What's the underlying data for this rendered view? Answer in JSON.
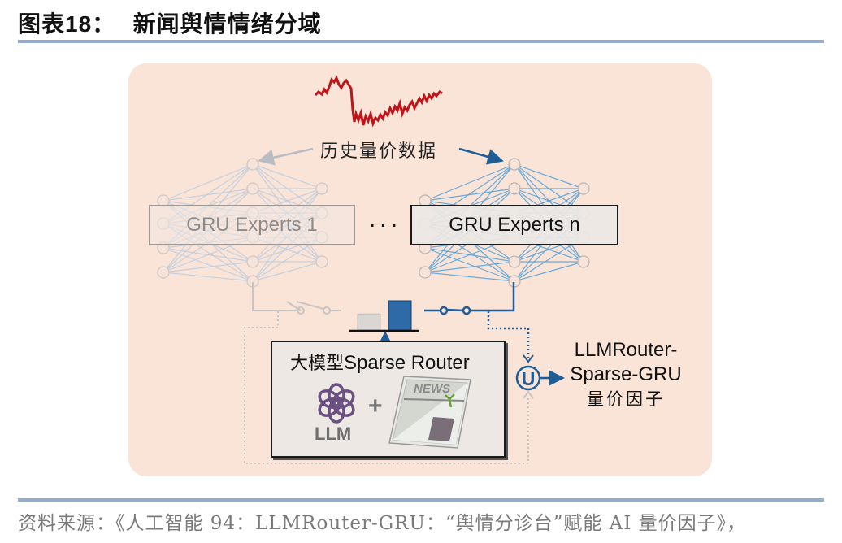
{
  "figure": {
    "title_prefix": "图表",
    "title_number": "18：",
    "title_text": "新闻舆情情绪分域",
    "source": "资料来源：《人工智能 94：LLMRouter-GRU：“舆情分诊台”赋能 AI 量价因子》，"
  },
  "diagram": {
    "input_label": "历史量价数据",
    "experts": [
      {
        "label": "GRU Experts 1",
        "state": "inactive"
      },
      {
        "label": "GRU Experts n",
        "state": "active"
      }
    ],
    "ellipsis": "· · ·",
    "router": {
      "title_cn": "大模型",
      "title_en": "Sparse Router",
      "llm_label": "LLM",
      "plus": "+",
      "news_label": "NEWS"
    },
    "union_symbol": "U",
    "output": {
      "line1": "LLMRouter-",
      "line2": "Sparse-GRU",
      "line3": "量价因子"
    },
    "router_weights": [
      {
        "expert": "GRU Experts 1",
        "relative_weight": 0.55,
        "color": "#d9d6d4"
      },
      {
        "expert": "GRU Experts n",
        "relative_weight": 1.0,
        "color": "#2e6aa8"
      }
    ],
    "colors": {
      "panel_bg": "#fae3d7",
      "active_blue": "#1f5d96",
      "inactive_gray": "#c8c4c2",
      "price_line": "#c0141a",
      "llm_logo": "#6a4f82"
    }
  }
}
